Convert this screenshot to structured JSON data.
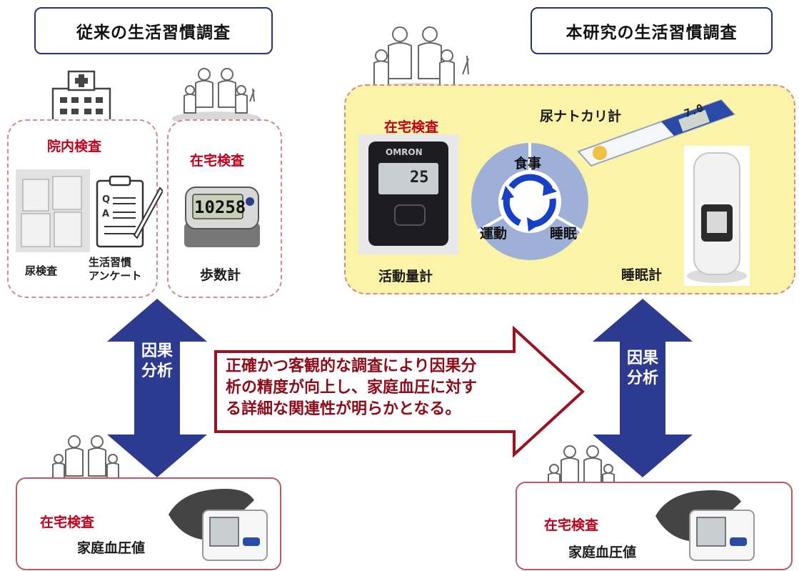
{
  "left_title": "従来の生活習慣調査",
  "right_title": "本研究の生活習慣調査",
  "left_hospital": {
    "label": "院内検査",
    "items": [
      "尿検査",
      "生活習慣\nアンケート"
    ],
    "icon": "hospital-icon"
  },
  "left_home": {
    "label": "在宅検査",
    "device": "歩数計",
    "display_value": "10258"
  },
  "right_panel": {
    "label": "在宅検査",
    "activity_device": "活動量計",
    "activity_display": "25",
    "brand": "OMRON",
    "urine_device": "尿ナトカリ計",
    "urine_display": "7.0",
    "sleep_device": "睡眠計",
    "cycle": [
      "食事",
      "睡眠",
      "運動"
    ]
  },
  "causal_left": "因果\n分析",
  "causal_right": "因果\n分析",
  "callout": "正確かつ客観的な調査により因果分\n析の精度が向上し、家庭血圧に対す\nる詳細な関連性が明らかとなる。",
  "bottom_left": {
    "label": "在宅検査",
    "value_label": "家庭血圧値"
  },
  "bottom_right": {
    "label": "在宅検査",
    "value_label": "家庭血圧値"
  },
  "colors": {
    "navy": "#283377",
    "arrow_blue": "#2c3a8f",
    "red_text": "#c0001a",
    "dashed_pink": "#d9878f",
    "yellow_panel": "#fbf4a8",
    "cycle_blue": "#1740c8",
    "cycle_bg": "#9fb0d8"
  }
}
